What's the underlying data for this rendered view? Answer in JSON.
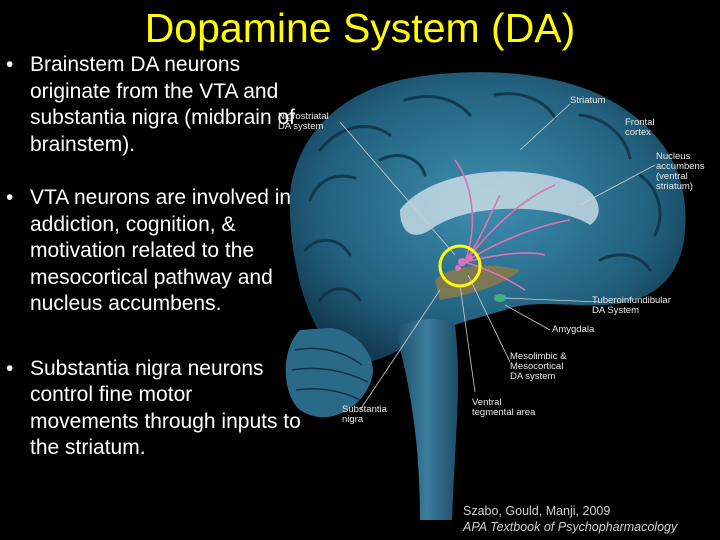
{
  "slide": {
    "title": "Dopamine System (DA)",
    "bullets": [
      "Brainstem DA neurons originate from the VTA and substantia nigra (midbrain of brainstem).",
      "VTA neurons are involved in addiction, cognition, & motivation related to the mesocortical pathway and nucleus accumbens.",
      "Substantia nigra neurons control fine motor movements through inputs to the striatum."
    ]
  },
  "figure": {
    "labels": {
      "nigrostriatal": "Nigrostriatal\nDA system",
      "striatum": "Striatum",
      "frontal_cortex": "Frontal\ncortex",
      "nucleus_accumbens": "Nucleus\naccumbens\n(ventral\nstriatum)",
      "tuberoinfundibular": "Tuberoinfundibular\nDA System",
      "amygdala": "Amygdala",
      "mesolimbic": "Mesolimbic &\nMesocortical\nDA system",
      "substantia_nigra": "Substantia\nnigra",
      "vta": "Ventral\ntegmental area"
    },
    "colors": {
      "brain": "#2f6f8f",
      "pathway": "#e070b8",
      "highlight": "#ffff00",
      "caudate": "#8a7a4a"
    }
  },
  "credit": {
    "line1": "Szabo, Gould, Manji, 2009",
    "line2": "APA Textbook of Psychopharmacology"
  }
}
